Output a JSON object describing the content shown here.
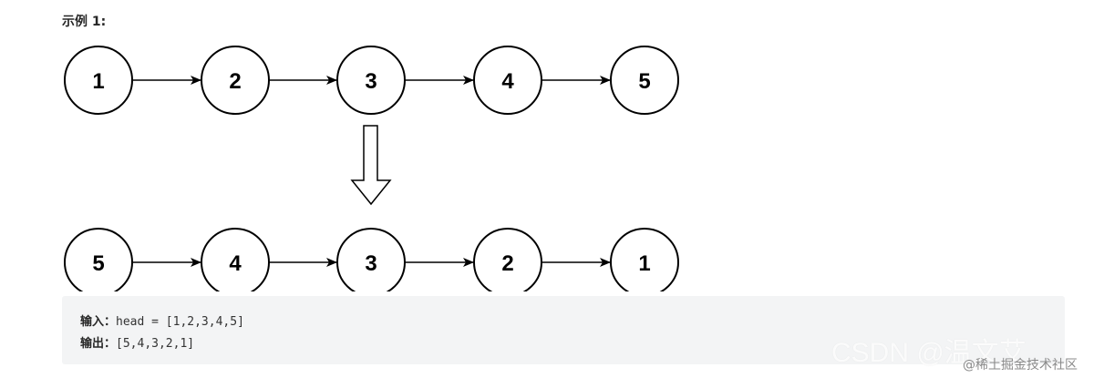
{
  "example": {
    "title": "示例 1:"
  },
  "diagram": {
    "input_nodes": [
      "1",
      "2",
      "3",
      "4",
      "5"
    ],
    "output_nodes": [
      "5",
      "4",
      "3",
      "2",
      "1"
    ],
    "stroke_color": "#000000",
    "fill_color": "#ffffff"
  },
  "code": {
    "input_key": "输入：",
    "input_value": "head = [1,2,3,4,5]",
    "output_key": "输出：",
    "output_value": "[5,4,3,2,1]",
    "background": "#f3f4f5"
  },
  "watermark": {
    "csdn": "CSDN @温文艾",
    "juejin": "@稀土掘金技术社区"
  }
}
